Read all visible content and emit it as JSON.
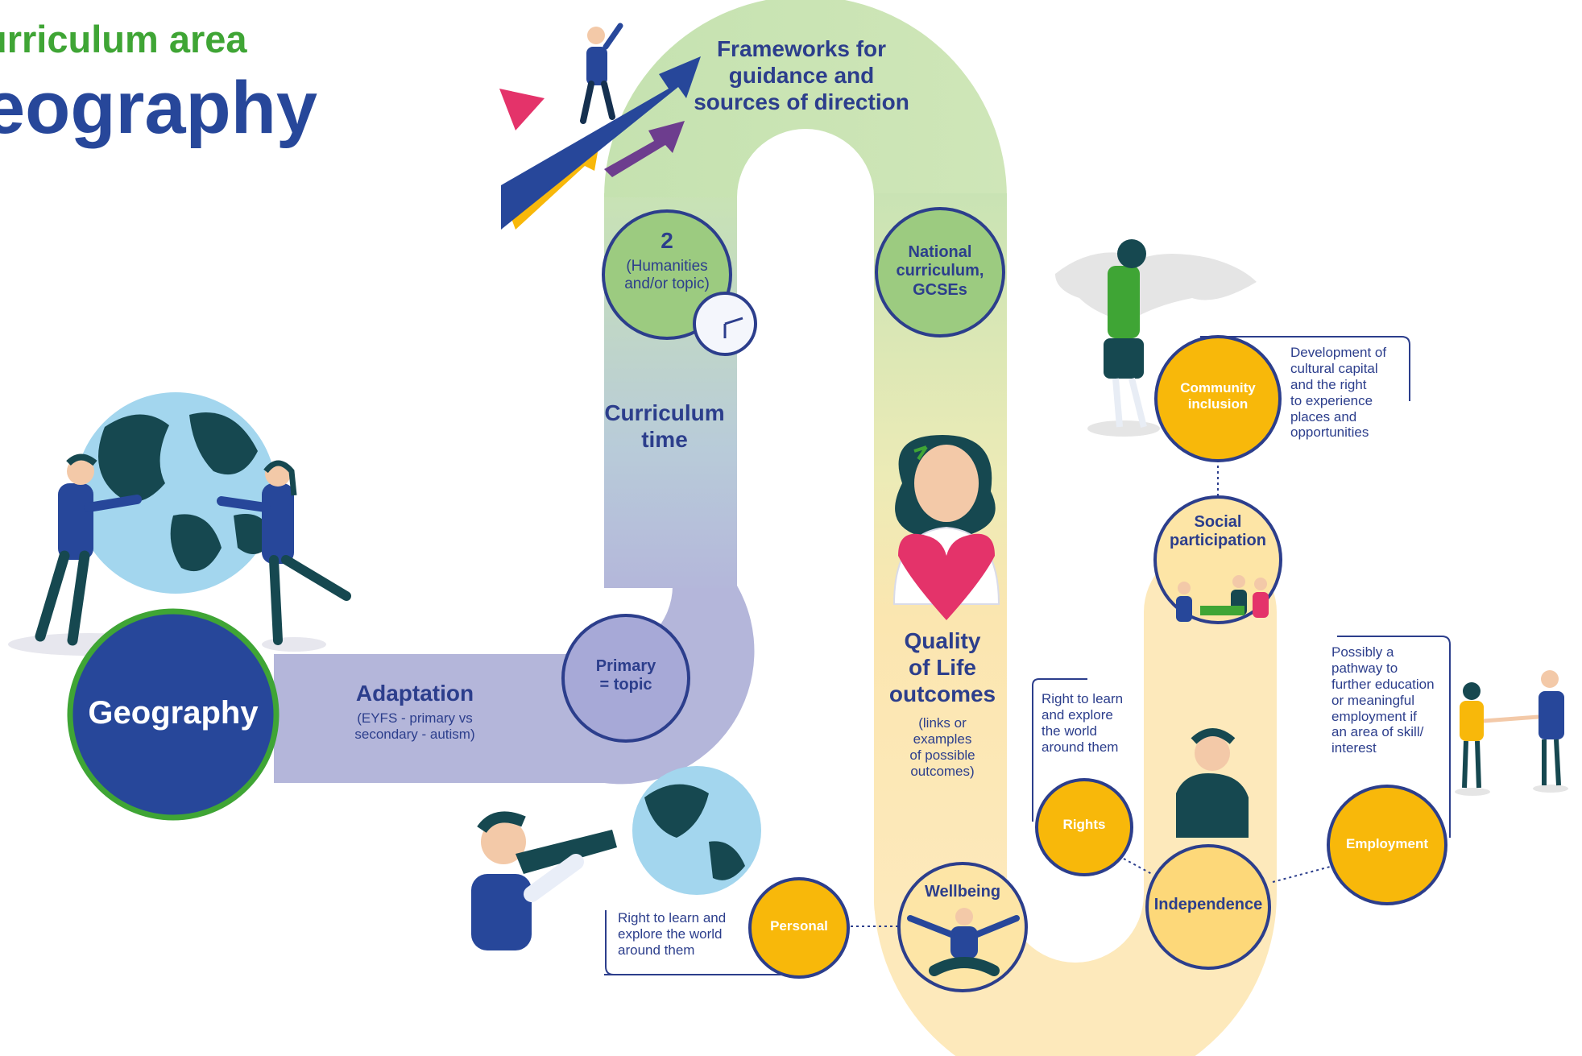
{
  "header": {
    "subtitle": "urriculum area",
    "title": "eography"
  },
  "nodes": {
    "geography": "Geography",
    "time_number": "2",
    "time_detail": "(Humanities\nand/or topic)",
    "national": "National\ncurriculum,\nGCSEs",
    "primary": "Primary\n= topic",
    "community": "Community\ninclusion",
    "social": "Social\nparticipation",
    "rights": "Rights",
    "independence": "Independence",
    "employment": "Employment",
    "personal": "Personal",
    "wellbeing": "Wellbeing"
  },
  "labels": {
    "frameworks": "Frameworks for\nguidance and\nsources of direction",
    "curriculum_time": "Curriculum\ntime",
    "adaptation": "Adaptation",
    "adaptation_detail": "(EYFS - primary vs\nsecondary - autism)",
    "quality_title": "Quality\nof Life\noutcomes",
    "quality_detail": "(links or\nexamples\nof possible\noutcomes)"
  },
  "callouts": {
    "community": "Development of\ncultural capital\nand the right\nto experience\nplaces and\nopportunities",
    "rights": "Right to learn\nand explore\nthe world\naround them",
    "employment": "Possibly a\npathway to\nfurther education\nor meaningful\nemployment if\nan area of skill/\ninterest",
    "personal": "Right to learn and\nexplore the world\naround them"
  },
  "colors": {
    "navy": "#27479a",
    "green": "#3fa535",
    "yellow": "#f8b80a",
    "pink": "#e4336a",
    "purple": "#6d3d8e"
  }
}
